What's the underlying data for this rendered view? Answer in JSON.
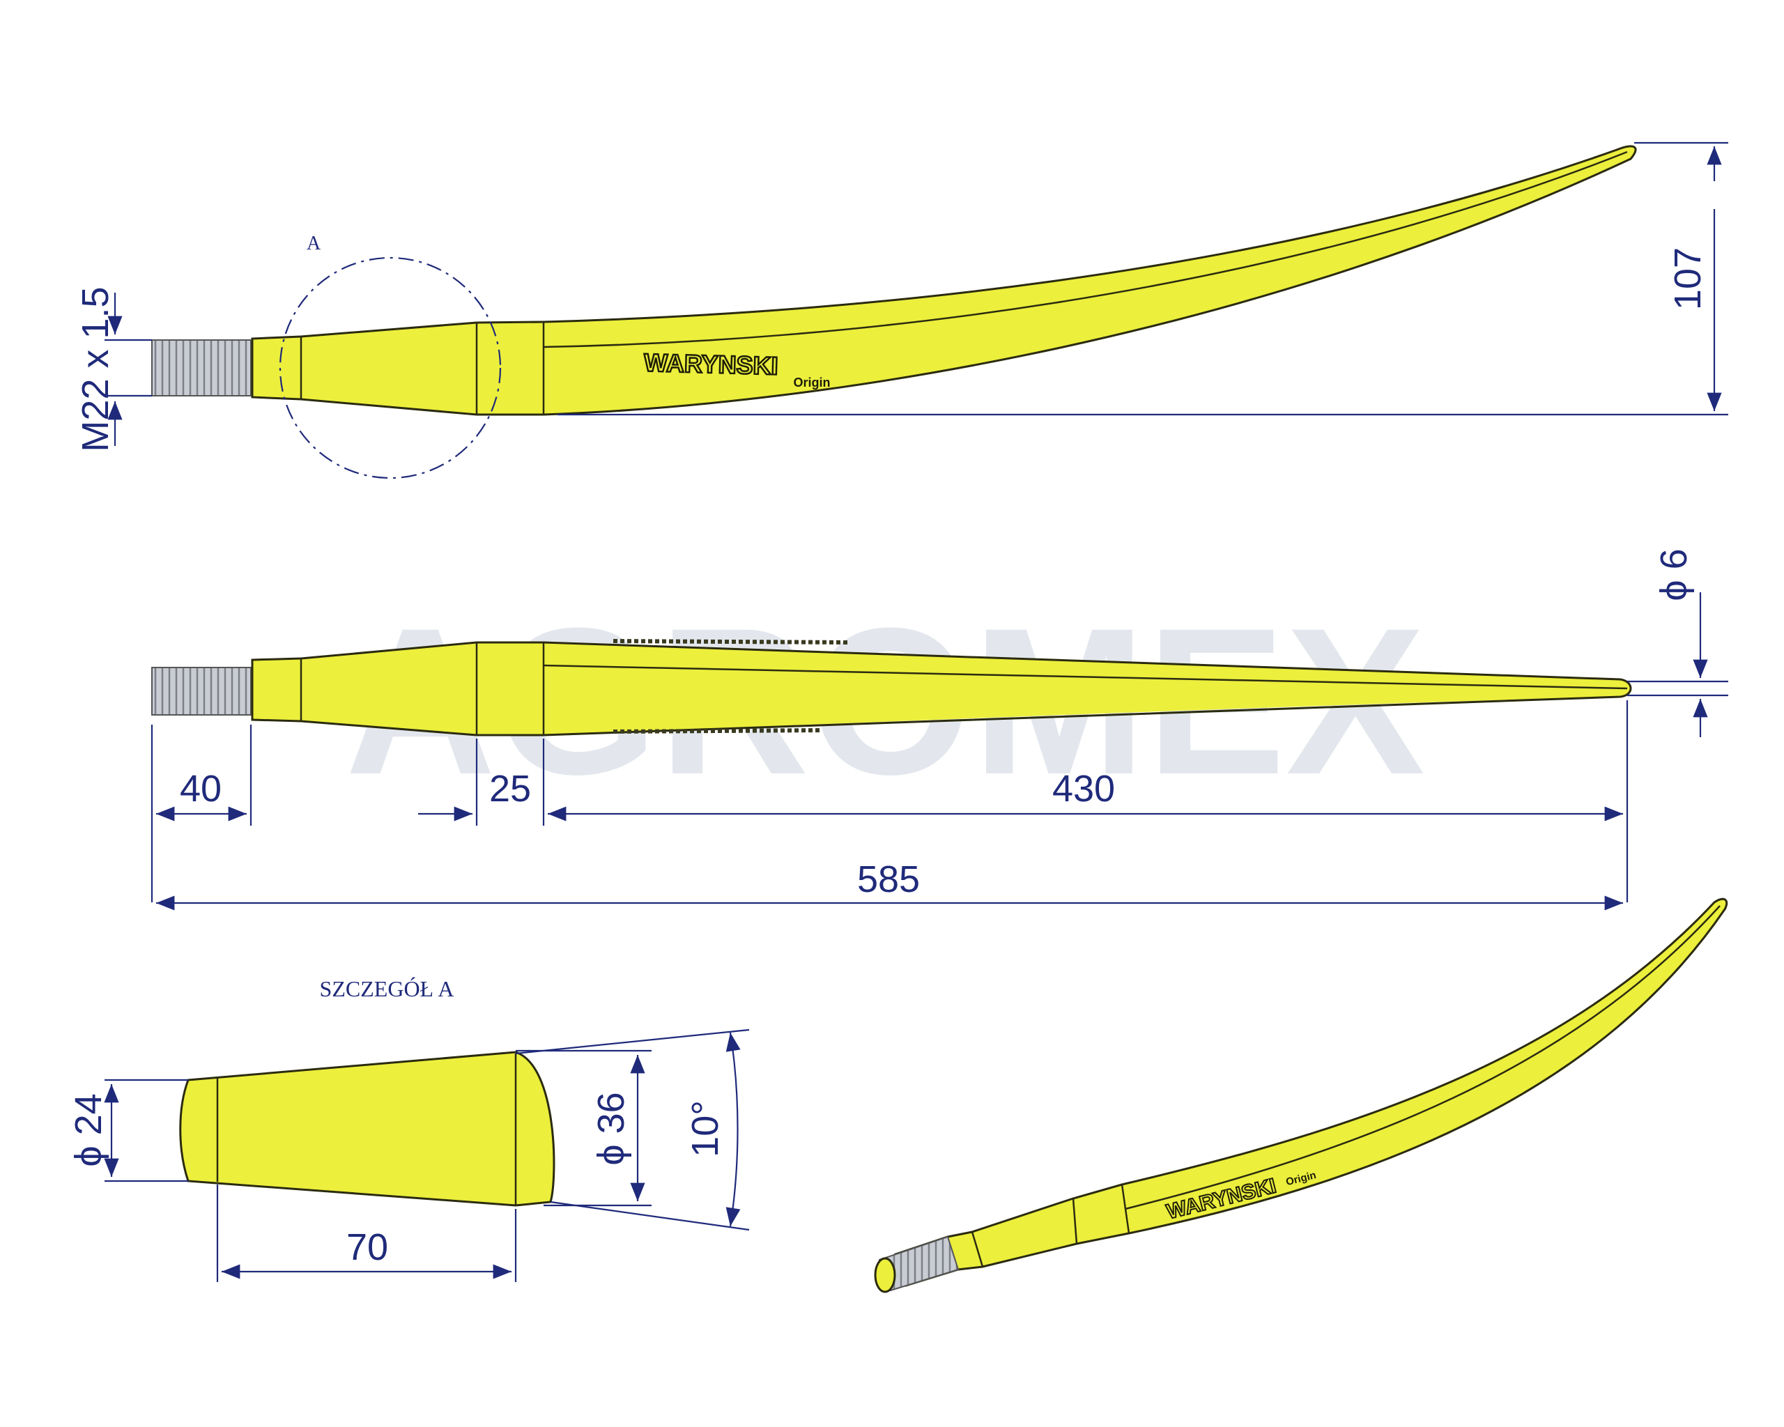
{
  "watermark": "AGROMEX",
  "brand": {
    "name": "WARYNSKI",
    "sub": "Origin"
  },
  "detail_label": "A",
  "detail_title": "SZCZEGÓŁ A",
  "dimensions": {
    "thread": "M22 x 1.5",
    "height": "107",
    "tip_diameter": "ϕ 6",
    "thread_length": "40",
    "collar": "25",
    "tip_length": "430",
    "total_length": "585",
    "detail_d_small": "ϕ 24",
    "detail_d_large": "ϕ 36",
    "detail_angle": "10°",
    "detail_length": "70"
  },
  "colors": {
    "tine": "#ecef3c",
    "dimension": "#1f2a7a",
    "watermark": "#dfe3ea"
  },
  "icons": [
    "tine-side-view",
    "tine-top-view",
    "tine-3d-view",
    "detail-cone"
  ]
}
